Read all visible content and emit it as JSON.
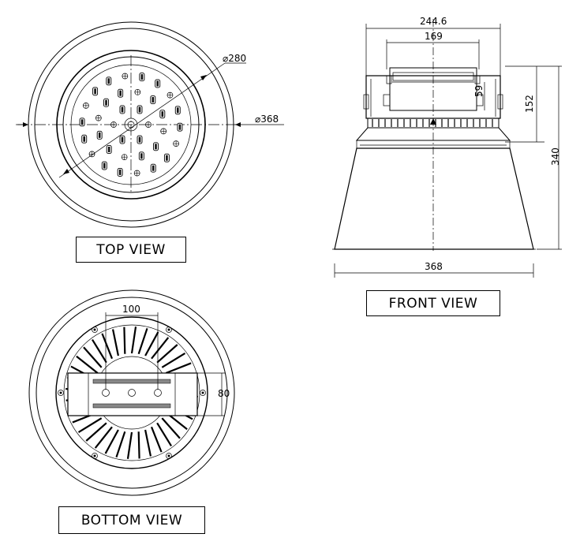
{
  "views": {
    "top": "TOP VIEW",
    "front": "FRONT VIEW",
    "bottom": "BOTTOM VIEW"
  },
  "dimensions": {
    "top_inner_diameter": "⌀280",
    "top_outer_diameter": "⌀368",
    "front_top_width": "244.6",
    "front_bracket_width": "169",
    "front_bracket_height": "59",
    "front_upper_height": "152",
    "front_total_height": "340",
    "front_base_width": "368",
    "bottom_hole_spacing": "100",
    "bottom_bracket_height": "80"
  }
}
